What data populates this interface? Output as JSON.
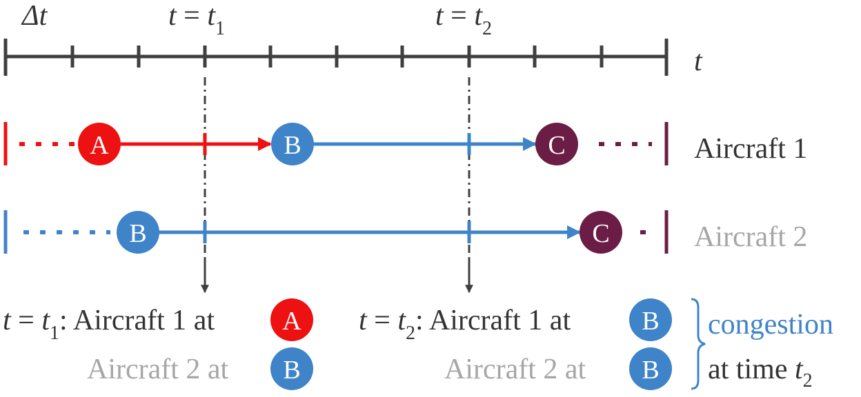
{
  "axis": {
    "delta_label": "Δt",
    "t_label": "t",
    "t1_marker": {
      "lhs": "t",
      "eq": "=",
      "var": "t",
      "sub": "1"
    },
    "t2_marker": {
      "lhs": "t",
      "eq": "=",
      "var": "t",
      "sub": "2"
    }
  },
  "aircraft": [
    {
      "label": "Aircraft 1",
      "nodes": [
        "A",
        "B",
        "C"
      ]
    },
    {
      "label": "Aircraft 2",
      "nodes": [
        "B",
        "C"
      ]
    }
  ],
  "summary_t1": {
    "cond": {
      "lhs": "t",
      "eq": "=",
      "var": "t",
      "sub": "1",
      "colon": ":"
    },
    "line1_text": "Aircraft 1 at",
    "line1_node": "A",
    "line2_text": "Aircraft 2 at",
    "line2_node": "B"
  },
  "summary_t2": {
    "cond": {
      "lhs": "t",
      "eq": "=",
      "var": "t",
      "sub": "2",
      "colon": ":"
    },
    "line1_text": "Aircraft 1 at",
    "line1_node": "B",
    "line2_text": "Aircraft 2 at",
    "line2_node": "B"
  },
  "conclusion": {
    "word": "congestion",
    "at_time": "at time",
    "var": "t",
    "sub": "2"
  },
  "colors": {
    "axis": "#3f3f3f",
    "node_a": "#ee1111",
    "node_b": "#3f83c8",
    "node_c": "#6b1d45",
    "text_dark": "#333333",
    "text_gray": "#a6a6a6",
    "congestion": "#3f83c8"
  }
}
